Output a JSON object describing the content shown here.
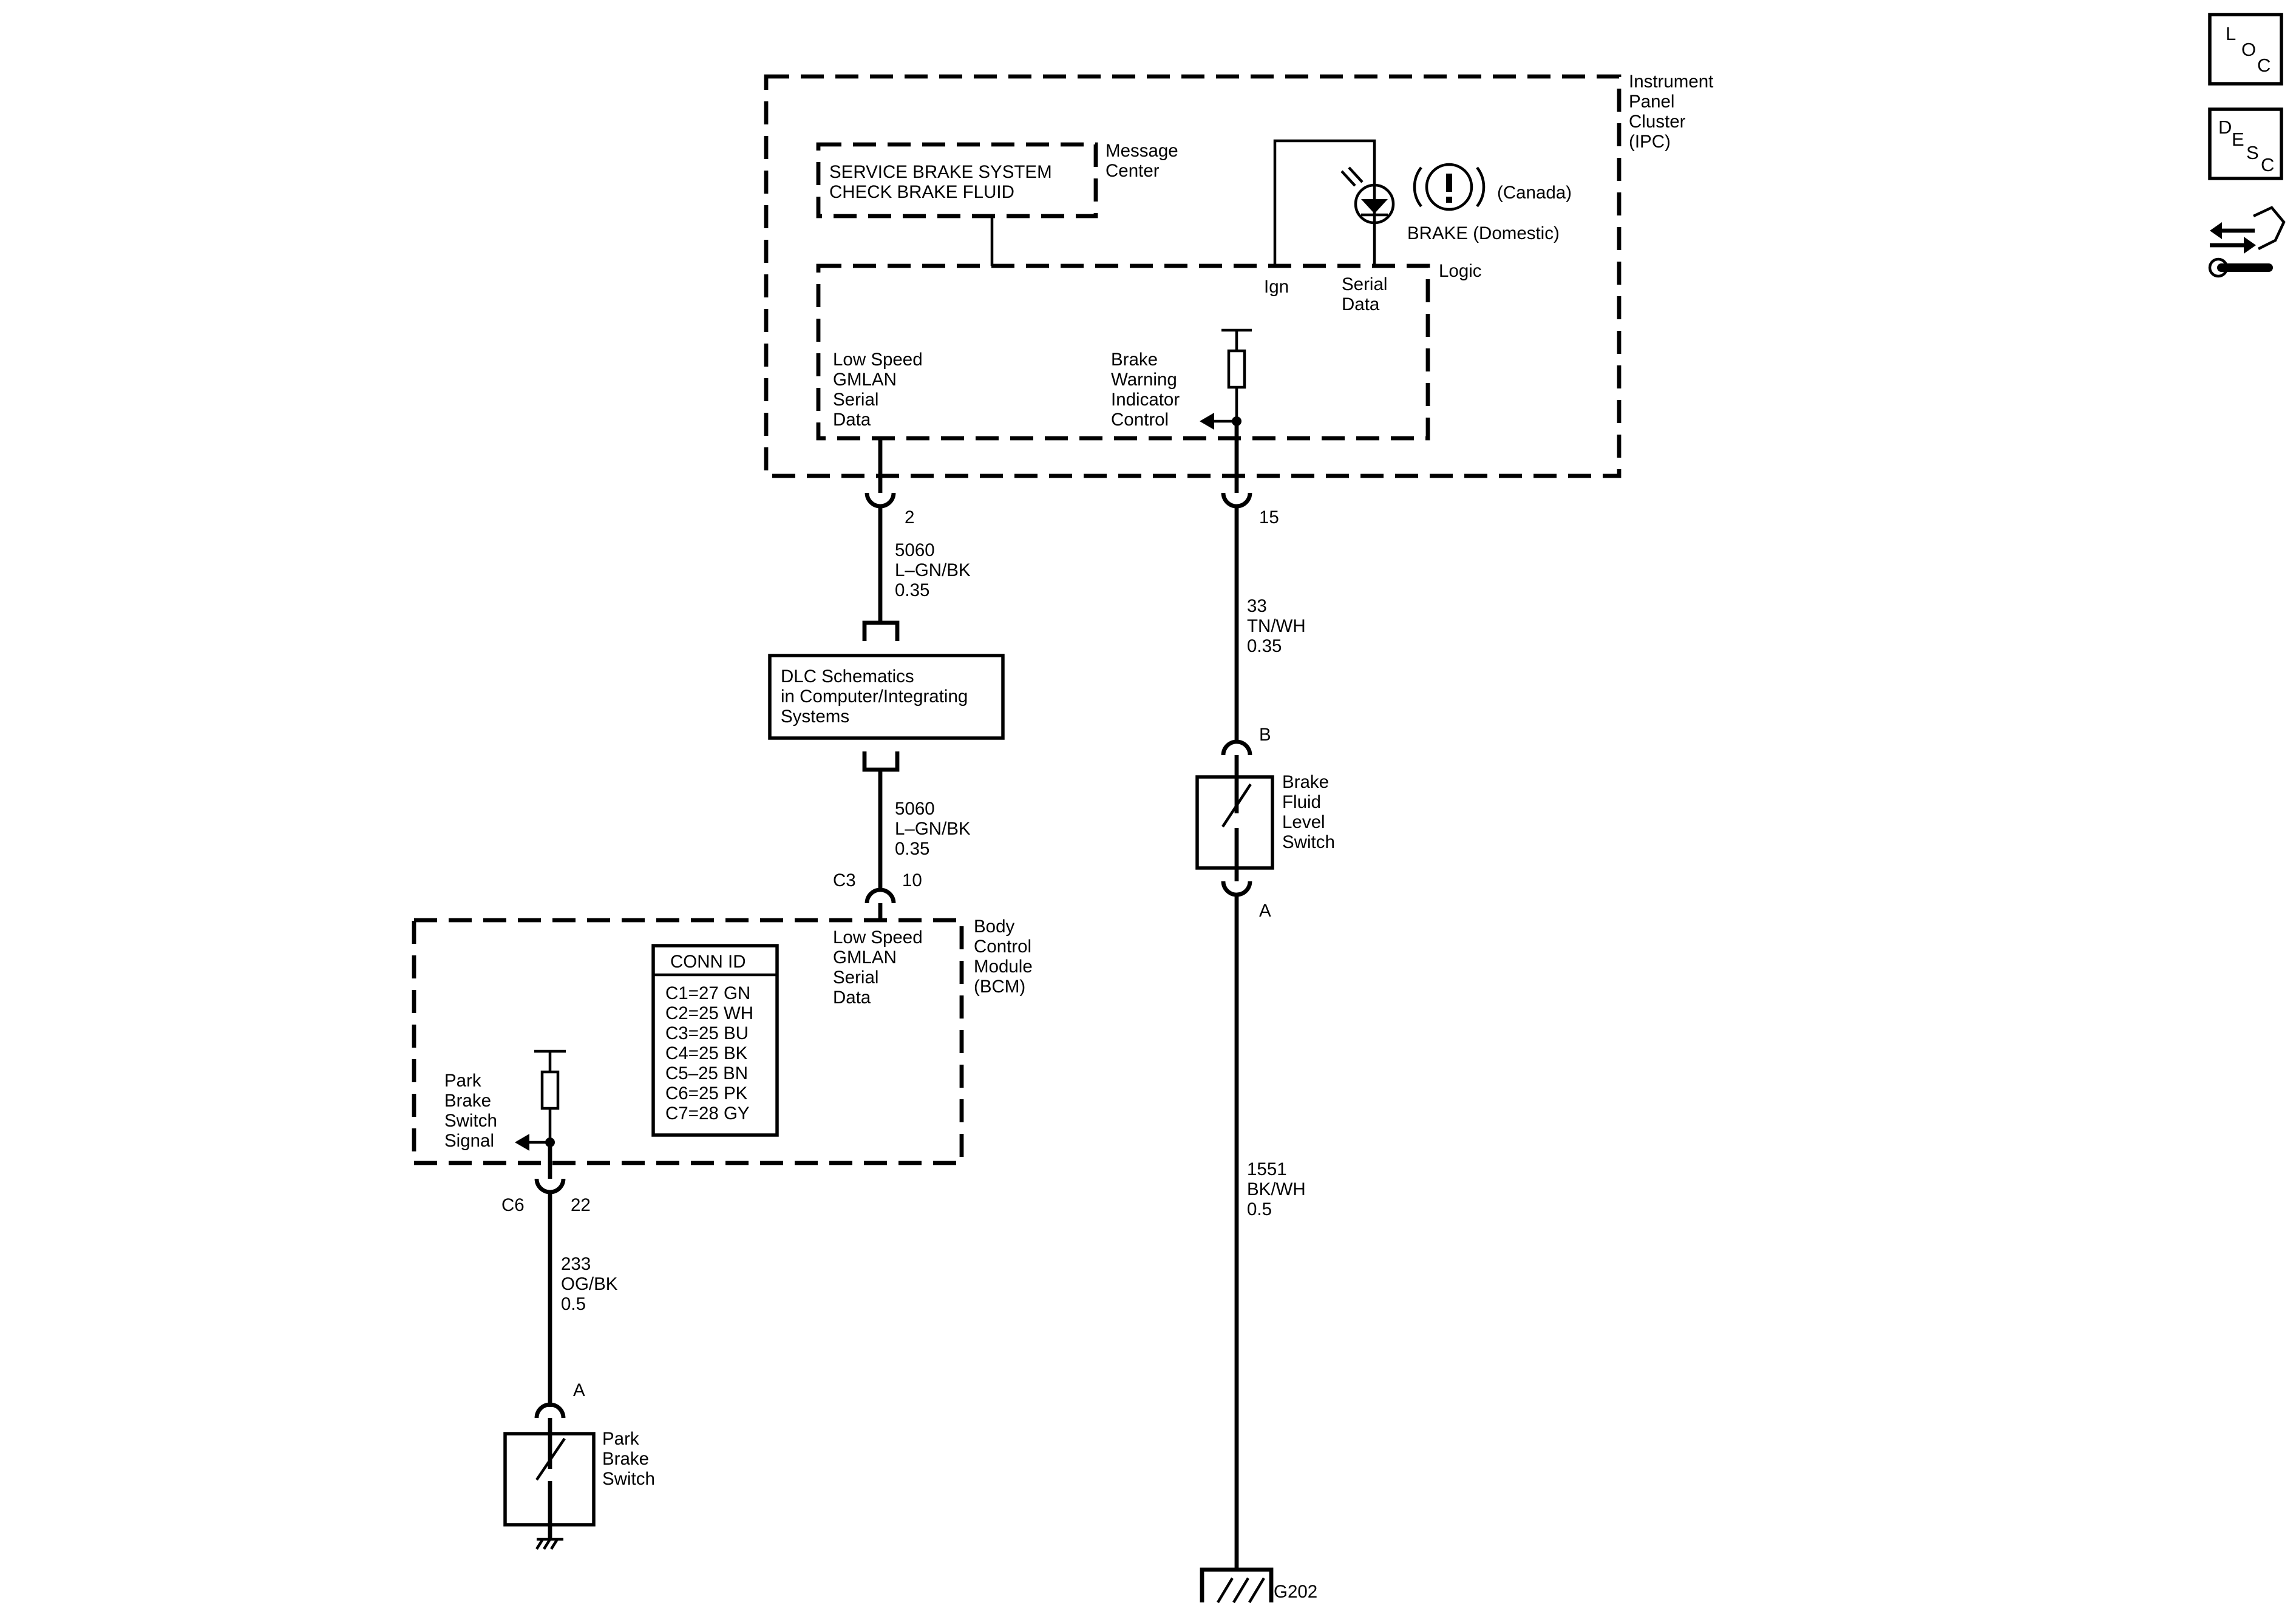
{
  "ipc": {
    "title": [
      "Instrument",
      "Panel",
      "Cluster",
      "(IPC)"
    ],
    "message_center_label": [
      "Message",
      "Center"
    ],
    "message_display": [
      "SERVICE BRAKE SYSTEM",
      "CHECK BRAKE FLUID"
    ],
    "logic_label": "Logic",
    "canada_label": "(Canada)",
    "domestic_label": "BRAKE (Domestic)",
    "ign_label": "Ign",
    "serial_data_label": [
      "Serial",
      "Data"
    ],
    "gmlan_label": [
      "Low Speed",
      "GMLAN",
      "Serial",
      "Data"
    ],
    "brake_control_label": [
      "Brake",
      "Warning",
      "Indicator",
      "Control"
    ],
    "pin_gmlan": "2",
    "pin_brake": "15"
  },
  "wires": {
    "w5060_upper": [
      "5060",
      "L–GN/BK",
      "0.35"
    ],
    "w5060_lower": [
      "5060",
      "L–GN/BK",
      "0.35"
    ],
    "w33": [
      "33",
      "TN/WH",
      "0.35"
    ],
    "w1551": [
      "1551",
      "BK/WH",
      "0.5"
    ],
    "w233": [
      "233",
      "OG/BK",
      "0.5"
    ]
  },
  "dlc": {
    "label": [
      "DLC Schematics",
      "in Computer/Integrating",
      "Systems"
    ]
  },
  "fluid_switch": {
    "label": [
      "Brake",
      "Fluid",
      "Level",
      "Switch"
    ],
    "pin_top": "B",
    "pin_bottom": "A"
  },
  "bcm": {
    "title": [
      "Body",
      "Control",
      "Module",
      "(BCM)"
    ],
    "connector_c3": "C3",
    "pin_c3": "10",
    "gmlan_label": [
      "Low Speed",
      "GMLAN",
      "Serial",
      "Data"
    ],
    "conn_id_header": "CONN ID",
    "conn_id_rows": [
      "C1=27 GN",
      "C2=25 WH",
      "C3=25 BU",
      "C4=25 BK",
      "C5–25 BN",
      "C6=25 PK",
      "C7=28 GY"
    ],
    "park_signal_label": [
      "Park",
      "Brake",
      "Switch",
      "Signal"
    ],
    "connector_c6": "C6",
    "pin_c6": "22"
  },
  "park_switch": {
    "label": [
      "Park",
      "Brake",
      "Switch"
    ],
    "pin_top": "A"
  },
  "ground": {
    "label": "G202"
  },
  "side_icons": {
    "loc": [
      "L",
      "O",
      "C"
    ],
    "desc": [
      "D",
      "E",
      "S",
      "C"
    ],
    "tool_icon": "connector-repair-icon"
  }
}
